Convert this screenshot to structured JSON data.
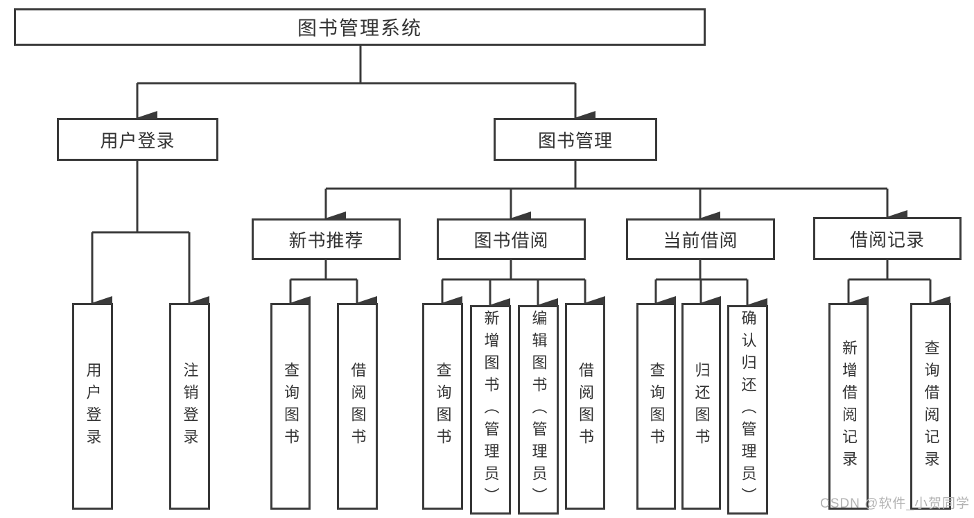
{
  "diagram_title": "图书管理系统",
  "nodes": {
    "root": "图书管理系统",
    "user_login": "用户登录",
    "book_management": "图书管理",
    "new_book_recommend": "新书推荐",
    "book_borrow": "图书借阅",
    "current_borrow": "当前借阅",
    "borrow_record": "借阅记录",
    "leaf_user_login": "用户登录",
    "leaf_logout": "注销登录",
    "leaf_recommend_query": "查询图书",
    "leaf_recommend_borrow": "借阅图书",
    "leaf_bb_query": "查询图书",
    "leaf_bb_add": "新增图书（管理员）",
    "leaf_bb_edit": "编辑图书（管理员）",
    "leaf_bb_borrow": "借阅图书",
    "leaf_cb_query": "查询图书",
    "leaf_cb_return": "归还图书",
    "leaf_cb_confirm": "确认归还（管理员）",
    "leaf_br_add": "新增借阅记录",
    "leaf_br_query": "查询借阅记录"
  },
  "watermark": "CSDN @软件_小贺同学",
  "colors": {
    "line": "#3a3a3a",
    "text": "#333333",
    "watermark": "#b3b3b3",
    "background": "#ffffff"
  }
}
